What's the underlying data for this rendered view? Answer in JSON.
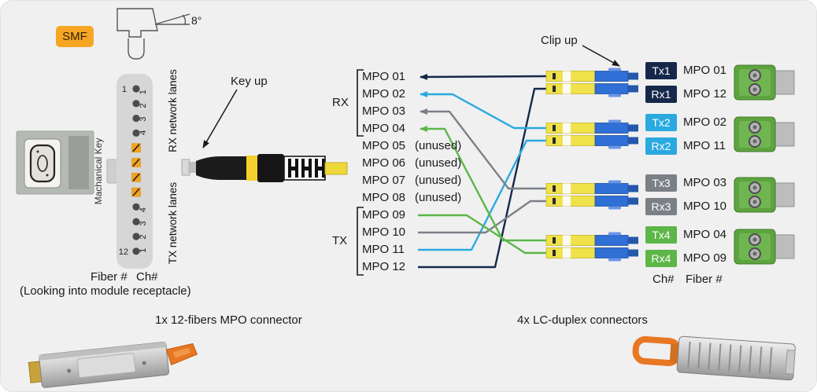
{
  "colors": {
    "panel_bg": "#f0f0f1",
    "smf_badge_bg": "#f6a623",
    "ch1_navy": "#16284a",
    "ch2_blue": "#2aa9e0",
    "ch3_gray": "#7b8087",
    "ch4_green": "#5cb648",
    "lc_body_yellow": "#efe24a",
    "lc_front_blue": "#2f6fd6",
    "unused_fiber_orange": "#f5a31c",
    "adapter_green": "#5da43f",
    "module_tab_orange": "#e87722"
  },
  "labels": {
    "smf": "SMF",
    "angle": "8°",
    "key_up": "Key up",
    "clip_up": "Clip up",
    "rx": "RX",
    "tx": "TX"
  },
  "receptacle": {
    "mechanical_key": "Machanical Key",
    "rx_lanes": "RX network lanes",
    "tx_lanes": "TX network lanes",
    "fiber_first": "1",
    "fiber_last": "12",
    "rx_channel_numbers": "4  3  2  1",
    "tx_channel_numbers": "1  2  3  4",
    "fiber_col_label": "Fiber #",
    "ch_col_label": "Ch#",
    "caption": "(Looking into module receptacle)"
  },
  "mpo": {
    "rows": [
      {
        "label": "MPO 01",
        "note": ""
      },
      {
        "label": "MPO 02",
        "note": ""
      },
      {
        "label": "MPO 03",
        "note": ""
      },
      {
        "label": "MPO 04",
        "note": ""
      },
      {
        "label": "MPO 05",
        "note": "(unused)"
      },
      {
        "label": "MPO 06",
        "note": "(unused)"
      },
      {
        "label": "MPO 07",
        "note": "(unused)"
      },
      {
        "label": "MPO 08",
        "note": "(unused)"
      },
      {
        "label": "MPO 09",
        "note": ""
      },
      {
        "label": "MPO 10",
        "note": ""
      },
      {
        "label": "MPO 11",
        "note": ""
      },
      {
        "label": "MPO 12",
        "note": ""
      }
    ]
  },
  "channels": [
    {
      "tx": "Tx1",
      "rx": "Rx1",
      "tx_fiber": "MPO 01",
      "rx_fiber": "MPO 12"
    },
    {
      "tx": "Tx2",
      "rx": "Rx2",
      "tx_fiber": "MPO 02",
      "rx_fiber": "MPO 11"
    },
    {
      "tx": "Tx3",
      "rx": "Rx3",
      "tx_fiber": "MPO 03",
      "rx_fiber": "MPO 10"
    },
    {
      "tx": "Tx4",
      "rx": "Rx4",
      "tx_fiber": "MPO 04",
      "rx_fiber": "MPO 09"
    }
  ],
  "bottom": {
    "ch_label": "Ch#",
    "fiber_label": "Fiber #",
    "mpo_caption": "1x 12-fibers MPO connector",
    "lc_caption": "4x LC-duplex connectors"
  }
}
